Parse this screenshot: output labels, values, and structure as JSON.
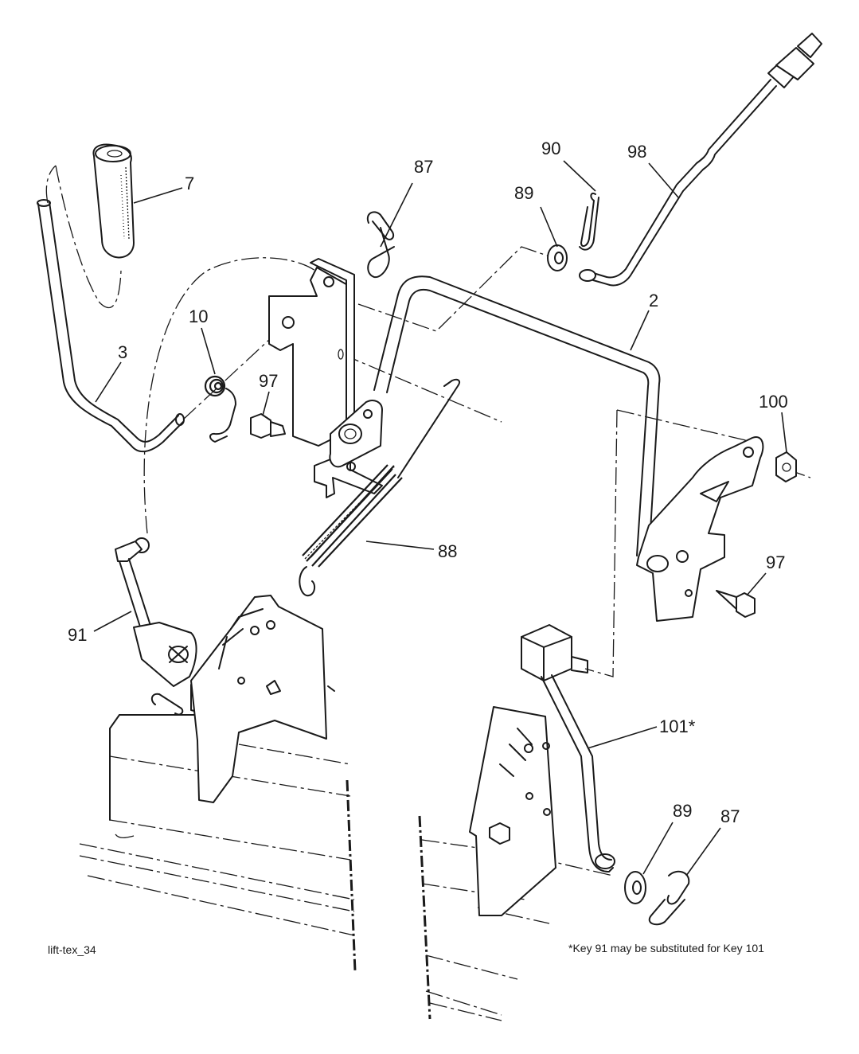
{
  "diagram": {
    "drawing_id": "lift-tex_34",
    "footnote": "*Key 91 may be substituted for Key 101",
    "callouts": [
      {
        "key": "7"
      },
      {
        "key": "87"
      },
      {
        "key": "90"
      },
      {
        "key": "98"
      },
      {
        "key": "89"
      },
      {
        "key": "10"
      },
      {
        "key": "3"
      },
      {
        "key": "97"
      },
      {
        "key": "2"
      },
      {
        "key": "100"
      },
      {
        "key": "88"
      },
      {
        "key": "97"
      },
      {
        "key": "91"
      },
      {
        "key": "101*"
      },
      {
        "key": "89"
      },
      {
        "key": "87"
      }
    ]
  }
}
